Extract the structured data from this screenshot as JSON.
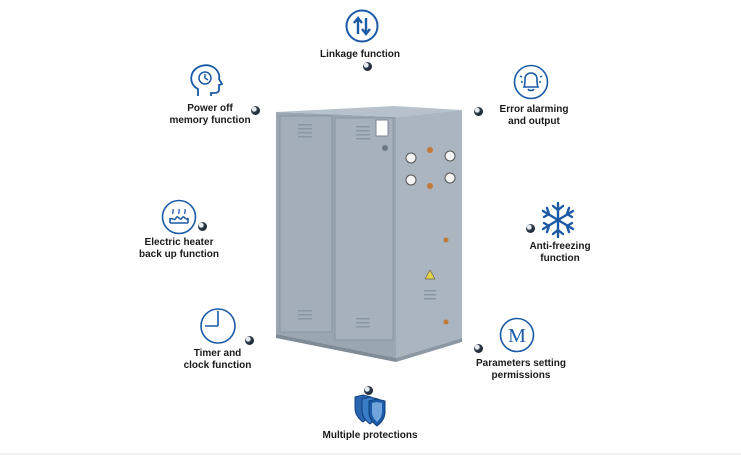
{
  "features": {
    "linkage": "Linkage function",
    "power_off": "Power off\nmemory function",
    "error_alarm": "Error alarming\nand output",
    "electric_heater": "Electric heater\nback up function",
    "anti_freezing": "Anti-freezing\nfunction",
    "timer_clock": "Timer and\nclock function",
    "parameters": "Parameters setting\npermissions",
    "protections": "Multiple protections"
  },
  "colors": {
    "accent": "#1a5aa6",
    "cabinet": "#a9b4bf",
    "cabinet_dark": "#8d99a5",
    "label": "#1a1a1a"
  },
  "icons": {
    "linkage": "up-down-arrows-icon",
    "power_off": "head-clock-icon",
    "error_alarm": "bell-icon",
    "electric_heater": "heater-icon",
    "anti_freezing": "snowflake-icon",
    "timer_clock": "clock-icon",
    "parameters": "letter-m-icon",
    "protections": "shields-icon"
  }
}
